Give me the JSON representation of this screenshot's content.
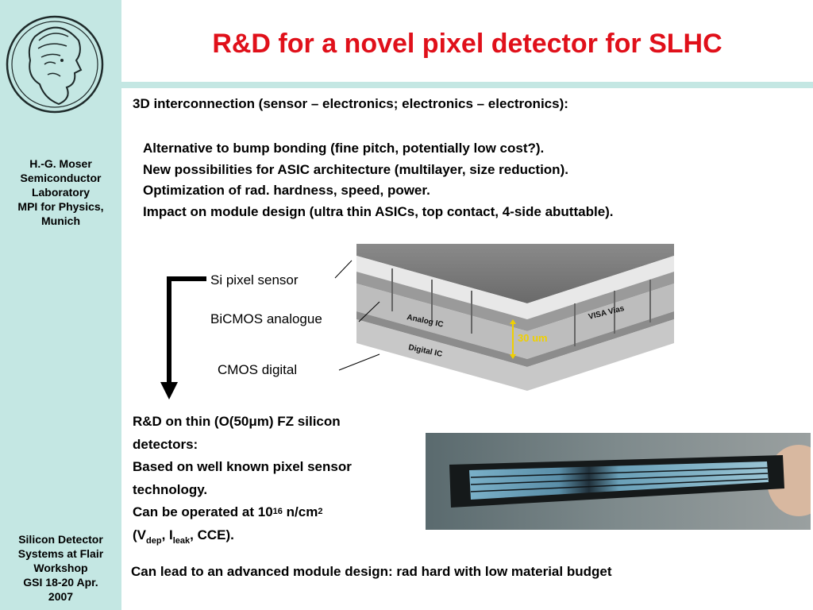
{
  "slide": {
    "title": "R&D for a novel pixel detector for SLHC",
    "intro": "3D interconnection (sensor – electronics; electronics – electronics):",
    "bullets": [
      "Alternative to bump bonding (fine pitch, potentially low cost?).",
      "New possibilities for ASIC architecture (multilayer, size reduction).",
      "Optimization of rad. hardness, speed, power.",
      "Impact on module design (ultra thin ASICs, top contact, 4-side abuttable)."
    ],
    "conclusion": "Can lead to an advanced module design: rad hard with low material budget"
  },
  "sidebar": {
    "author_lines": [
      "H.-G. Moser",
      "Semiconductor",
      "Laboratory",
      "MPI for Physics,",
      "Munich"
    ],
    "event_lines": [
      "Silicon Detector",
      "Systems at Flair",
      "Workshop",
      "GSI 18-20 Apr.",
      "2007"
    ],
    "logo_name": "max-planck-minerva-logo"
  },
  "stack": {
    "labels": {
      "sensor": "Si pixel sensor",
      "analogue": "BiCMOS analogue",
      "digital": "CMOS digital"
    },
    "image_text": {
      "analog_ic": "Analog IC",
      "digital_ic": "Digital IC",
      "visa_vias": "VISA Vias",
      "thickness": "30 um"
    }
  },
  "thin_detectors": {
    "line1": "R&D on thin (O(50",
    "mu": "μ",
    "line1_end": "m) FZ silicon",
    "line2": "detectors:",
    "line3": "Based on well known pixel sensor",
    "line4": "technology.",
    "line5_start": "Can be operated at 10",
    "line5_exp": "16",
    "line5_mid": " n/cm",
    "line5_exp2": "2",
    "line6_open": "(V",
    "line6_sub1": "dep",
    "line6_sep": ", I",
    "line6_sub2": "leak",
    "line6_end": ", CCE)."
  },
  "colors": {
    "title": "#e0101a",
    "sidebar": "#c4e7e3",
    "text": "#000000"
  }
}
